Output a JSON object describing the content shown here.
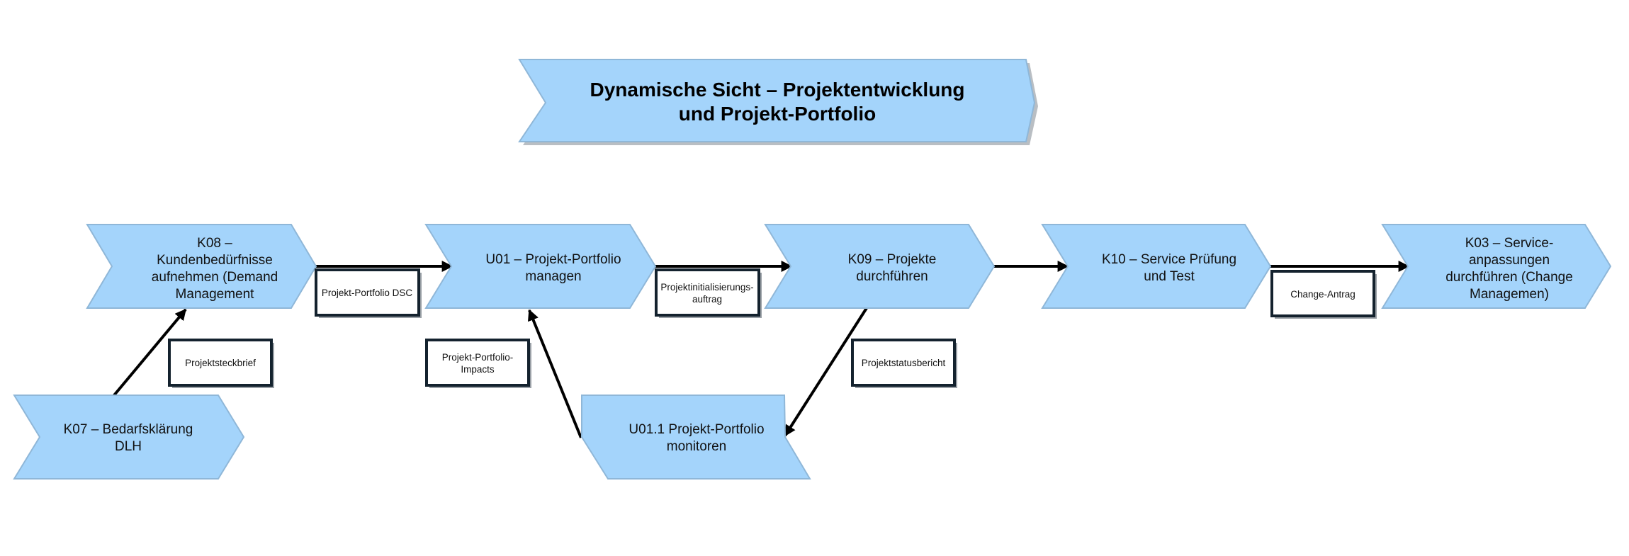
{
  "title": {
    "line1": "Dynamische Sicht – Projektentwicklung",
    "line2": "und Projekt-Portfolio"
  },
  "processes": {
    "k08": {
      "lines": [
        "K08 –",
        "Kundenbedürfnisse",
        "aufnehmen (Demand",
        "Management"
      ]
    },
    "u01": {
      "lines": [
        "U01 –  Projekt-Portfolio",
        "managen"
      ]
    },
    "k09": {
      "lines": [
        "K09 – Projekte",
        "durchführen"
      ]
    },
    "k10": {
      "lines": [
        "K10 – Service Prüfung",
        "und Test"
      ]
    },
    "k03": {
      "lines": [
        "K03 – Service-",
        "anpassungen",
        "durchführen (Change",
        "Managemen)"
      ]
    },
    "k07": {
      "lines": [
        "K07 – Bedarfsklärung",
        "DLH"
      ]
    },
    "u011": {
      "lines": [
        "U01.1 Projekt-Portfolio",
        "monitoren"
      ]
    }
  },
  "documents": {
    "portfolio_dsc": {
      "lines": [
        "Projekt-Portfolio DSC"
      ]
    },
    "initialisierung": {
      "lines": [
        "Projektinitialisierungs-",
        "auftrag"
      ]
    },
    "change_antrag": {
      "lines": [
        "Change-Antrag"
      ]
    },
    "steckbrief": {
      "lines": [
        "Projektsteckbrief"
      ]
    },
    "impacts": {
      "lines": [
        "Projekt-Portfolio-",
        "Impacts"
      ]
    },
    "statusbericht": {
      "lines": [
        "Projektstatusbericht"
      ]
    }
  },
  "colors": {
    "process_fill": "#a4d4fb",
    "document_border": "#14222e",
    "connector": "#000000"
  }
}
